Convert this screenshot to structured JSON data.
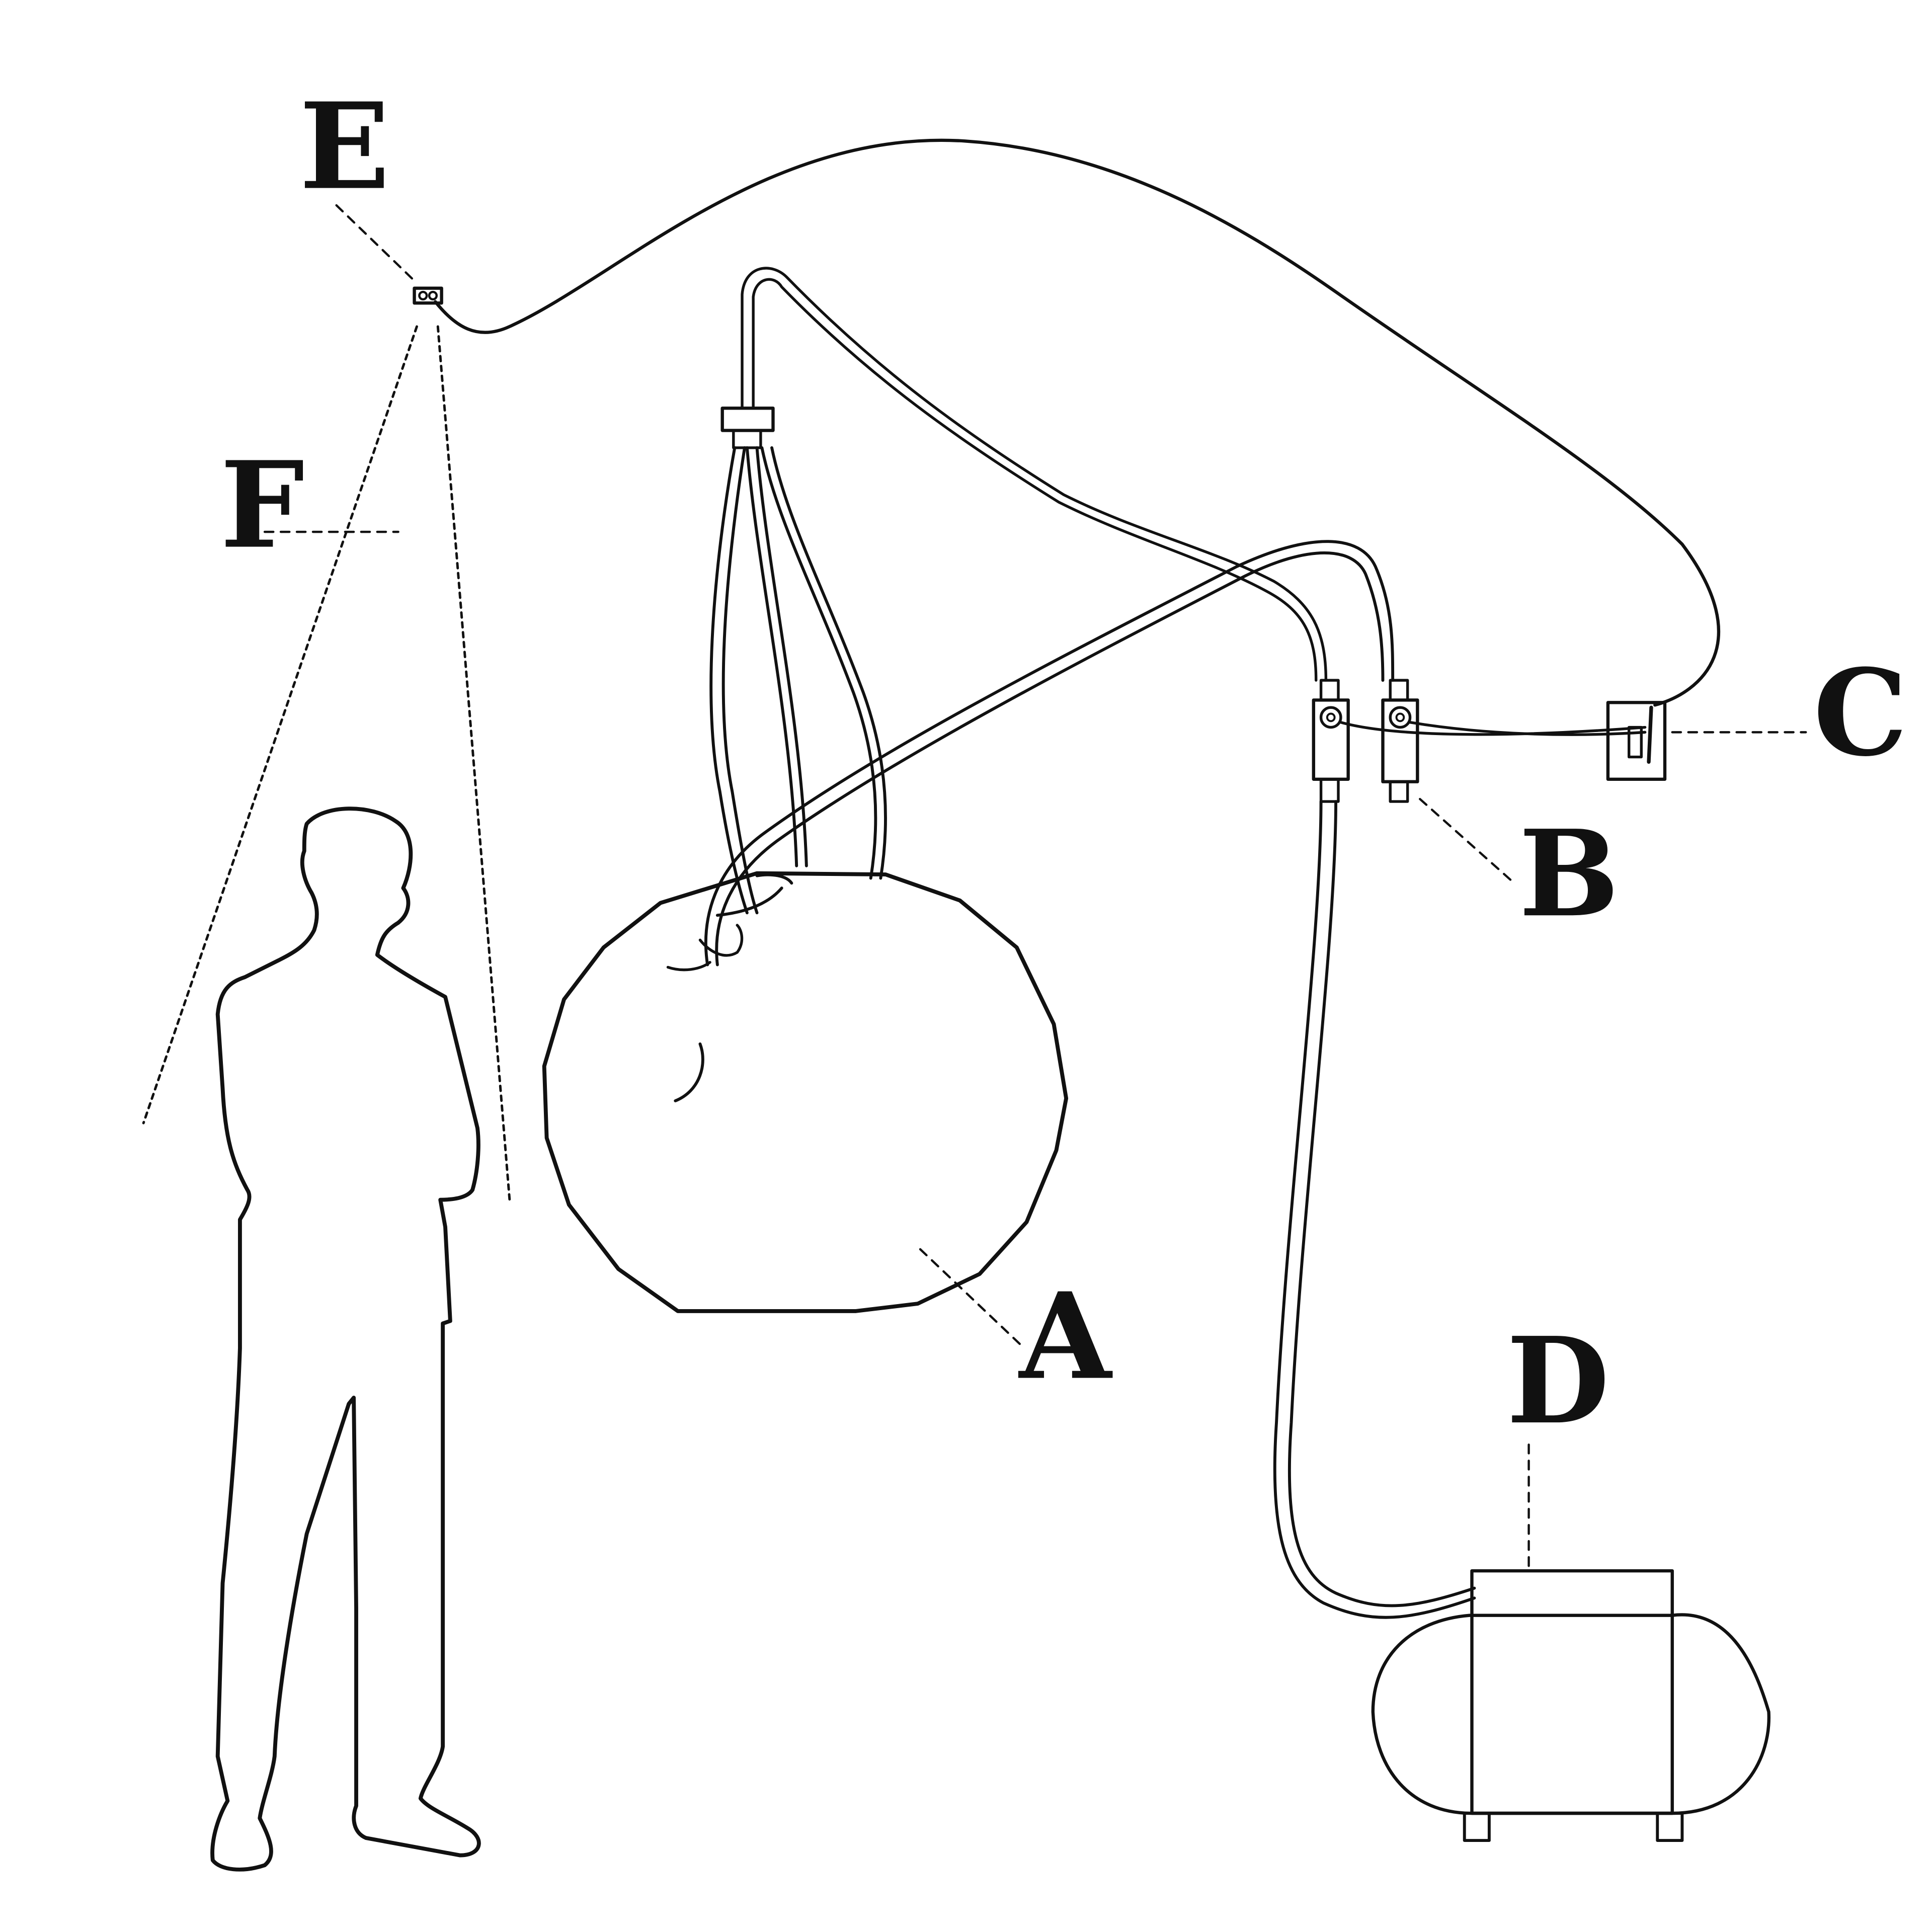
{
  "labels": {
    "A": "A",
    "B": "B",
    "C": "C",
    "D": "D",
    "E": "E",
    "F": "F"
  },
  "colors": {
    "stroke": "#111111",
    "background": "#ffffff"
  }
}
